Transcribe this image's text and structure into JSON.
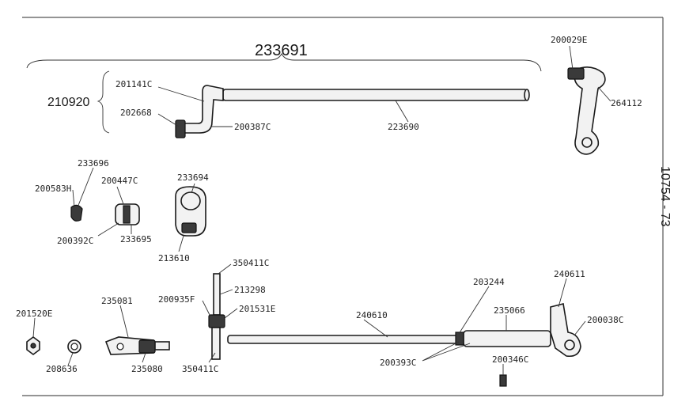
{
  "labels": {
    "assembly_top": "233691",
    "assembly_left": "210920",
    "p201141c": "201141C",
    "p202668": "202668",
    "p200387c": "200387C",
    "p223690": "223690",
    "p200029e": "200029E",
    "p264112": "264112",
    "p233696": "233696",
    "p200583h": "200583H",
    "p200447c": "200447C",
    "p200392c": "200392C",
    "p233695": "233695",
    "p233694": "233694",
    "p213610": "213610",
    "p350411c_top": "350411C",
    "p213298": "213298",
    "p200935f": "200935F",
    "p201531e": "201531E",
    "p350411c_bottom": "350411C",
    "p240610": "240610",
    "p203244": "203244",
    "p240611": "240611",
    "p235066": "235066",
    "p200038c": "200038C",
    "p200393c": "200393C",
    "p200346c": "200346C",
    "p201520e": "201520E",
    "p208636": "208636",
    "p235081": "235081",
    "p235080": "235080",
    "side_text": "10754 - 73"
  }
}
